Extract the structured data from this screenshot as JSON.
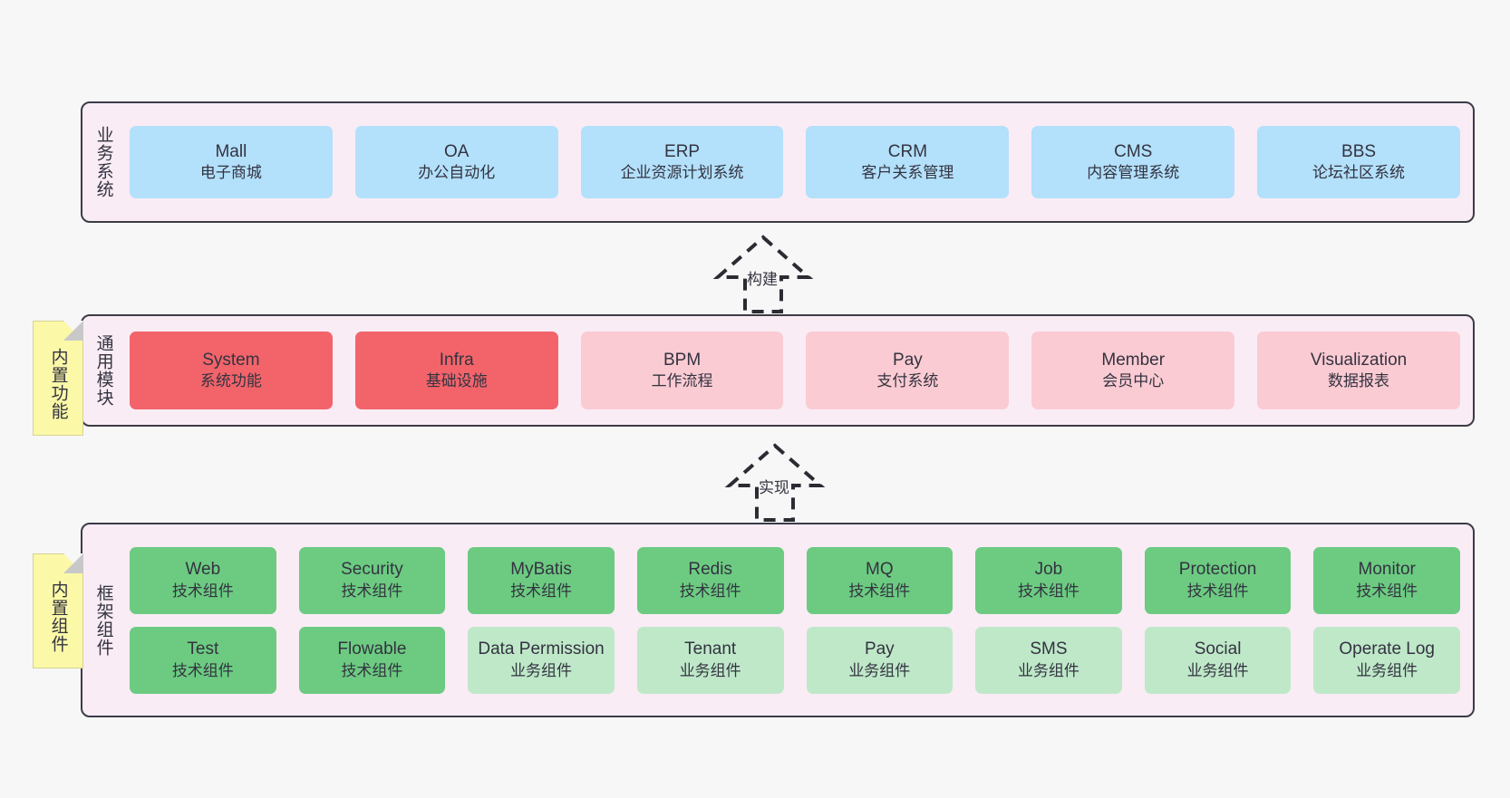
{
  "page": {
    "background": "#f7f7f7",
    "panel_bg": "#f9ecf5",
    "panel_border": "#3c3c46"
  },
  "layers": [
    {
      "id": "business",
      "title": "业务系统",
      "card_color": "#b3e0fb",
      "cards": [
        {
          "en": "Mall",
          "cn": "电子商城",
          "color": "#b3e0fb"
        },
        {
          "en": "OA",
          "cn": "办公自动化",
          "color": "#b3e0fb"
        },
        {
          "en": "ERP",
          "cn": "企业资源计划系统",
          "color": "#b3e0fb"
        },
        {
          "en": "CRM",
          "cn": "客户关系管理",
          "color": "#b3e0fb"
        },
        {
          "en": "CMS",
          "cn": "内容管理系统",
          "color": "#b3e0fb"
        },
        {
          "en": "BBS",
          "cn": "论坛社区系统",
          "color": "#b3e0fb"
        }
      ]
    },
    {
      "id": "module",
      "title": "通用模块",
      "note": "内置功能",
      "cards": [
        {
          "en": "System",
          "cn": "系统功能",
          "color": "#f2646a"
        },
        {
          "en": "Infra",
          "cn": "基础设施",
          "color": "#f2646a"
        },
        {
          "en": "BPM",
          "cn": "工作流程",
          "color": "#fbcbd3"
        },
        {
          "en": "Pay",
          "cn": "支付系统",
          "color": "#fbcbd3"
        },
        {
          "en": "Member",
          "cn": "会员中心",
          "color": "#fbcbd3"
        },
        {
          "en": "Visualization",
          "cn": "数据报表",
          "color": "#fbcbd3"
        }
      ]
    },
    {
      "id": "framework",
      "title": "框架组件",
      "note": "内置组件",
      "rows": [
        [
          {
            "en": "Web",
            "cn": "技术组件",
            "color": "#6ccb81"
          },
          {
            "en": "Security",
            "cn": "技术组件",
            "color": "#6ccb81"
          },
          {
            "en": "MyBatis",
            "cn": "技术组件",
            "color": "#6ccb81"
          },
          {
            "en": "Redis",
            "cn": "技术组件",
            "color": "#6ccb81"
          },
          {
            "en": "MQ",
            "cn": "技术组件",
            "color": "#6ccb81"
          },
          {
            "en": "Job",
            "cn": "技术组件",
            "color": "#6ccb81"
          },
          {
            "en": "Protection",
            "cn": "技术组件",
            "color": "#6ccb81"
          },
          {
            "en": "Monitor",
            "cn": "技术组件",
            "color": "#6ccb81"
          }
        ],
        [
          {
            "en": "Test",
            "cn": "技术组件",
            "color": "#6ccb81"
          },
          {
            "en": "Flowable",
            "cn": "技术组件",
            "color": "#6ccb81"
          },
          {
            "en": "Data Permission",
            "cn": "业务组件",
            "color": "#bfe8c9"
          },
          {
            "en": "Tenant",
            "cn": "业务组件",
            "color": "#bfe8c9"
          },
          {
            "en": "Pay",
            "cn": "业务组件",
            "color": "#bfe8c9"
          },
          {
            "en": "SMS",
            "cn": "业务组件",
            "color": "#bfe8c9"
          },
          {
            "en": "Social",
            "cn": "业务组件",
            "color": "#bfe8c9"
          },
          {
            "en": "Operate Log",
            "cn": "业务组件",
            "color": "#bfe8c9"
          }
        ]
      ]
    }
  ],
  "arrows": [
    {
      "id": "build",
      "label": "构建",
      "style": "dashed-hollow-up"
    },
    {
      "id": "implement",
      "label": "实现",
      "style": "dashed-hollow-up"
    }
  ]
}
